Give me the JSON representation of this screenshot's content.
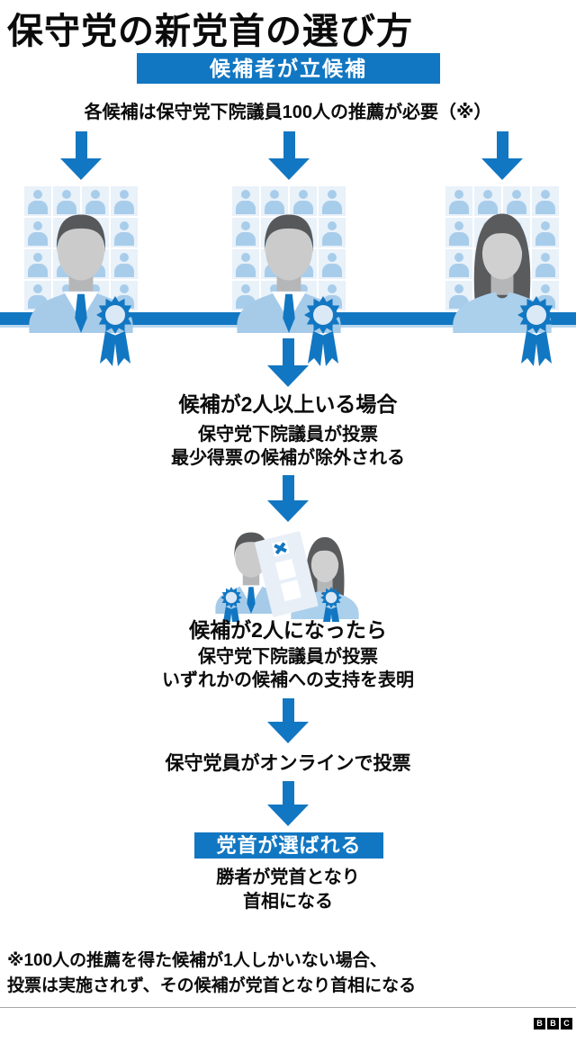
{
  "title": "保守党の新党首の選び方",
  "colors": {
    "primary_blue": "#1277c2",
    "light_suit_blue": "#a6cbe9",
    "pale_tile_blue": "#e9f1f9",
    "band_strip_blue": "#b9d7ee",
    "text_black": "#0b0b0b",
    "logo_black": "#000000"
  },
  "flow": {
    "step1_banner": "候補者が立候補",
    "step1_note": "各候補は保守党下院議員100人の推薦が必要（※）",
    "step2_heading": "候補が2人以上いる場合",
    "step2_line1": "保守党下院議員が投票",
    "step2_line2": "最少得票の候補が除外される",
    "step3_heading": "候補が2人になったら",
    "step3_line1": "保守党下院議員が投票",
    "step3_line2": "いずれかの候補への支持を表明",
    "step4_heading": "保守党員がオンラインで投票",
    "step5_banner": "党首が選ばれる",
    "step5_line1": "勝者が党首となり",
    "step5_line2": "首相になる"
  },
  "footnote": {
    "line1": "※100人の推薦を得た候補が1人しかいない場合、",
    "line2": "投票は実施されず、その候補が党首となり首相になる"
  },
  "logo": {
    "letters": [
      "B",
      "B",
      "C"
    ]
  },
  "illustrations": {
    "candidates": [
      "male-candidate-with-rosette",
      "male-candidate-with-rosette",
      "female-candidate-with-rosette"
    ],
    "ballot_scene": "two-candidates-with-marked-ballot-paper",
    "arrow_icon": "down-arrow"
  }
}
